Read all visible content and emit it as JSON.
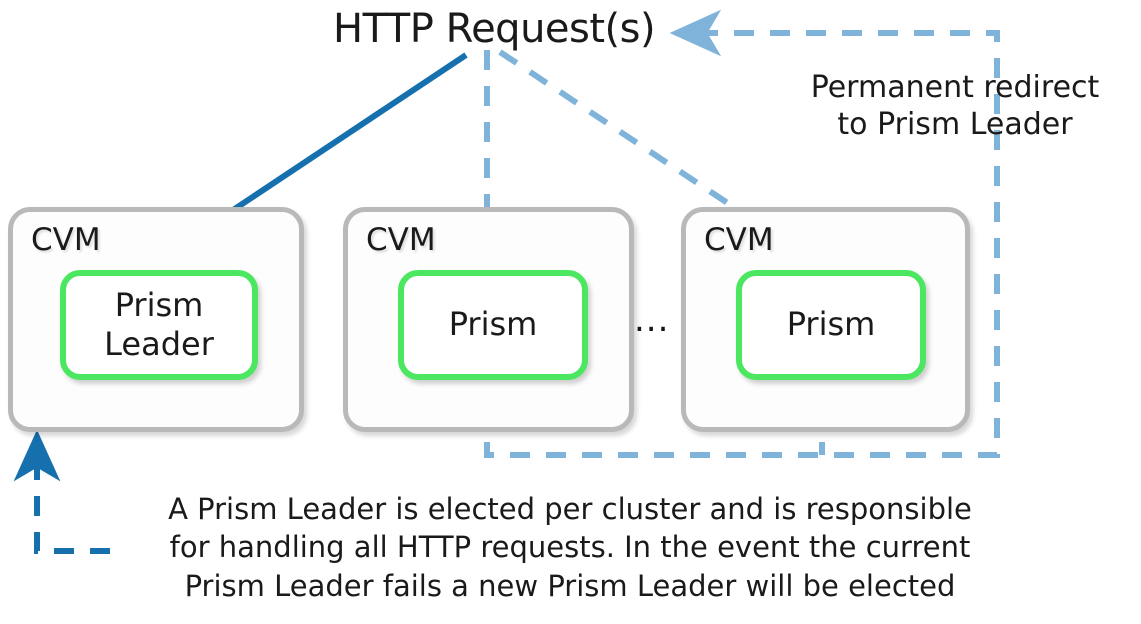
{
  "diagram": {
    "title": "HTTP Request(s)",
    "redirect_note": "Permanent redirect\nto Prism Leader",
    "ellipsis": "...",
    "footer_note": "A Prism Leader is elected per cluster and is responsible\nfor handling all HTTP requests.  In the event the current\nPrism Leader fails a new Prism Leader will be elected",
    "nodes": [
      {
        "cvm_label": "CVM",
        "service_label": "Prism\nLeader",
        "is_leader": true
      },
      {
        "cvm_label": "CVM",
        "service_label": "Prism",
        "is_leader": false
      },
      {
        "cvm_label": "CVM",
        "service_label": "Prism",
        "is_leader": false
      }
    ],
    "colors": {
      "leader_arrow": "#1570ad",
      "request_arrow": "#7fb3da",
      "prism_border": "#4be760",
      "cvm_border": "#b9b9b9",
      "text": "#1a1a1a",
      "background": "#ffffff"
    },
    "edges": [
      {
        "name": "http-to-prism-leader",
        "style": "solid",
        "color": "#1570ad",
        "from": "HTTP Request(s)",
        "to": "Prism Leader"
      },
      {
        "name": "http-to-prism-middle",
        "style": "dashed",
        "color": "#7fb3da",
        "from": "HTTP Request(s)",
        "to": "Prism (middle CVM)"
      },
      {
        "name": "http-to-prism-right",
        "style": "dashed",
        "color": "#7fb3da",
        "from": "HTTP Request(s)",
        "to": "Prism (right CVM)"
      },
      {
        "name": "prism-redirect-return",
        "style": "dashed",
        "color": "#7fb3da",
        "from": "Prism instances",
        "to": "HTTP Request(s)"
      },
      {
        "name": "leader-election-pointer",
        "style": "dashed",
        "color": "#1570ad",
        "from": "footer note",
        "to": "CVM with Prism Leader"
      }
    ]
  }
}
